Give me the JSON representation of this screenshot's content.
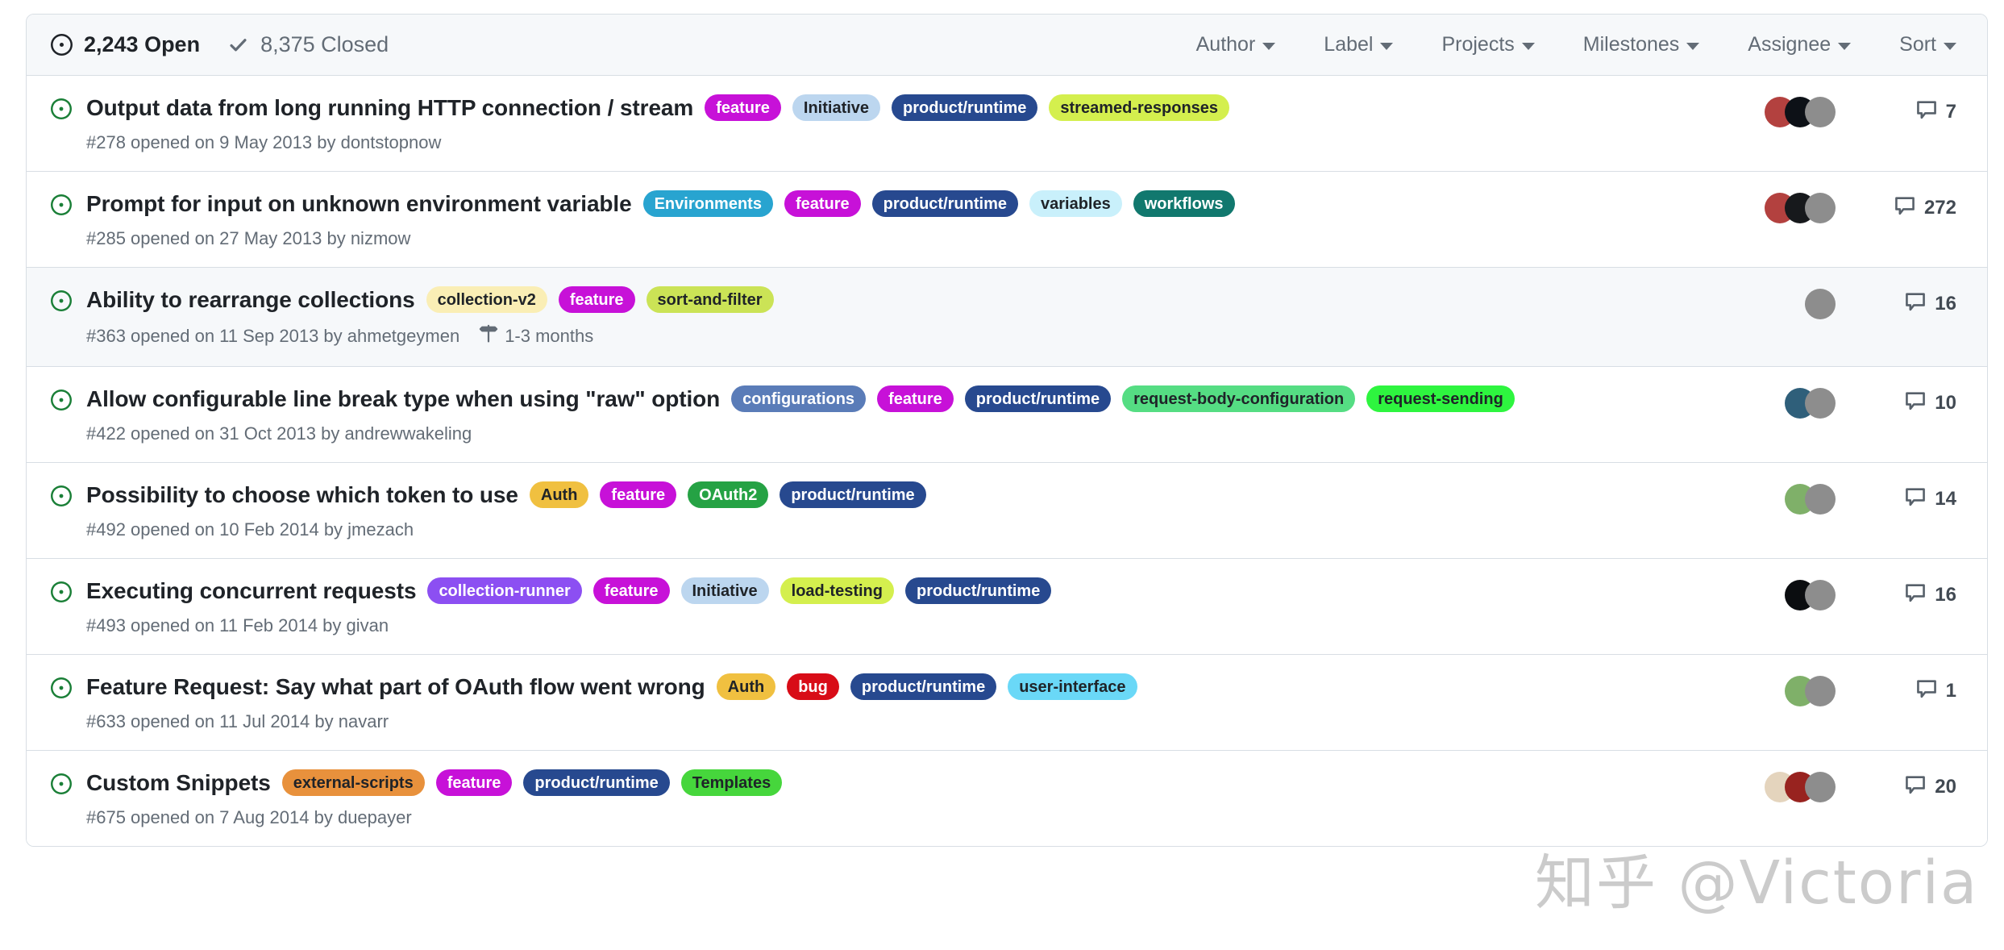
{
  "header": {
    "open": {
      "count": "2,243 Open",
      "icon": "issue-opened-icon"
    },
    "closed": {
      "count": "8,375 Closed",
      "icon": "check-icon"
    },
    "dropdowns": [
      {
        "label": "Author"
      },
      {
        "label": "Label"
      },
      {
        "label": "Projects"
      },
      {
        "label": "Milestones"
      },
      {
        "label": "Assignee"
      },
      {
        "label": "Sort"
      }
    ]
  },
  "watermark": "知乎 @Victoria",
  "colors": {
    "feature_bg": "#c711d8",
    "feature_fg": "#ffffff",
    "initiative_bg": "#bcd6ef",
    "initiative_fg": "#1f2328",
    "product_runtime_bg": "#27498f",
    "product_runtime_fg": "#ffffff",
    "streamed_responses_bg": "#d4ef4e",
    "streamed_responses_fg": "#1f2328",
    "environments_bg": "#28a4d0",
    "environments_fg": "#ffffff",
    "variables_bg": "#c9f0fb",
    "variables_fg": "#1f2328",
    "workflows_bg": "#11786e",
    "workflows_fg": "#ffffff",
    "collection_v2_bg": "#faeeb5",
    "collection_v2_fg": "#1f2328",
    "sort_and_filter_bg": "#cbe356",
    "sort_and_filter_fg": "#1f2328",
    "configurations_bg": "#5a7cb8",
    "configurations_fg": "#ffffff",
    "request_body_configuration_bg": "#55dd83",
    "request_body_configuration_fg": "#1f2328",
    "request_sending_bg": "#2ef53f",
    "request_sending_fg": "#1f2328",
    "auth_bg": "#f0c040",
    "auth_fg": "#1f2328",
    "oauth2_bg": "#25a244",
    "oauth2_fg": "#ffffff",
    "collection_runner_bg": "#8c4ff2",
    "collection_runner_fg": "#ffffff",
    "load_testing_bg": "#d4ef4e",
    "load_testing_fg": "#1f2328",
    "bug_bg": "#d80c17",
    "bug_fg": "#ffffff",
    "user_interface_bg": "#6ad8f7",
    "user_interface_fg": "#1f2328",
    "external_scripts_bg": "#e8913c",
    "external_scripts_fg": "#1f2328",
    "templates_bg": "#46d63c",
    "templates_fg": "#1f2328"
  },
  "issues": [
    {
      "title": "Output data from long running HTTP connection / stream",
      "labels": [
        {
          "text": "feature",
          "bg": "#c711d8",
          "fg": "#ffffff"
        },
        {
          "text": "Initiative",
          "bg": "#bcd6ef",
          "fg": "#1f2328"
        },
        {
          "text": "product/runtime",
          "bg": "#27498f",
          "fg": "#ffffff"
        },
        {
          "text": "streamed-responses",
          "bg": "#d4ef4e",
          "fg": "#1f2328"
        }
      ],
      "meta": "#278 opened on 9 May 2013 by dontstopnow",
      "milestone": "",
      "comments": "7",
      "avatars": [
        "#b3413f",
        "#0d1117",
        "#8d8d8d"
      ],
      "hovered": false
    },
    {
      "title": "Prompt for input on unknown environment variable",
      "labels": [
        {
          "text": "Environments",
          "bg": "#28a4d0",
          "fg": "#ffffff"
        },
        {
          "text": "feature",
          "bg": "#c711d8",
          "fg": "#ffffff"
        },
        {
          "text": "product/runtime",
          "bg": "#27498f",
          "fg": "#ffffff"
        },
        {
          "text": "variables",
          "bg": "#c9f0fb",
          "fg": "#1f2328"
        },
        {
          "text": "workflows",
          "bg": "#11786e",
          "fg": "#ffffff"
        }
      ],
      "meta": "#285 opened on 27 May 2013 by nizmow",
      "milestone": "",
      "comments": "272",
      "avatars": [
        "#b3413f",
        "#17191c",
        "#8d8d8d"
      ],
      "hovered": false
    },
    {
      "title": "Ability to rearrange collections",
      "labels": [
        {
          "text": "collection-v2",
          "bg": "#faeeb5",
          "fg": "#1f2328"
        },
        {
          "text": "feature",
          "bg": "#c711d8",
          "fg": "#ffffff"
        },
        {
          "text": "sort-and-filter",
          "bg": "#cbe356",
          "fg": "#1f2328"
        }
      ],
      "meta": "#363 opened on 11 Sep 2013 by ahmetgeymen",
      "milestone": "1-3 months",
      "comments": "16",
      "avatars": [
        "#8d8d8d"
      ],
      "hovered": true
    },
    {
      "title": "Allow configurable line break type when using \"raw\" option",
      "labels": [
        {
          "text": "configurations",
          "bg": "#5a7cb8",
          "fg": "#ffffff"
        },
        {
          "text": "feature",
          "bg": "#c711d8",
          "fg": "#ffffff"
        },
        {
          "text": "product/runtime",
          "bg": "#27498f",
          "fg": "#ffffff"
        },
        {
          "text": "request-body-configuration",
          "bg": "#55dd83",
          "fg": "#1f2328"
        },
        {
          "text": "request-sending",
          "bg": "#2ef53f",
          "fg": "#1f2328"
        }
      ],
      "meta": "#422 opened on 31 Oct 2013 by andrewwakeling",
      "milestone": "",
      "comments": "10",
      "avatars": [
        "#2f5f7a",
        "#8d8d8d"
      ],
      "hovered": false
    },
    {
      "title": "Possibility to choose which token to use",
      "labels": [
        {
          "text": "Auth",
          "bg": "#f0c040",
          "fg": "#1f2328"
        },
        {
          "text": "feature",
          "bg": "#c711d8",
          "fg": "#ffffff"
        },
        {
          "text": "OAuth2",
          "bg": "#25a244",
          "fg": "#ffffff"
        },
        {
          "text": "product/runtime",
          "bg": "#27498f",
          "fg": "#ffffff"
        }
      ],
      "meta": "#492 opened on 10 Feb 2014 by jmezach",
      "milestone": "",
      "comments": "14",
      "avatars": [
        "#7fb069",
        "#8d8d8d"
      ],
      "hovered": false
    },
    {
      "title": "Executing concurrent requests",
      "labels": [
        {
          "text": "collection-runner",
          "bg": "#8c4ff2",
          "fg": "#ffffff"
        },
        {
          "text": "feature",
          "bg": "#c711d8",
          "fg": "#ffffff"
        },
        {
          "text": "Initiative",
          "bg": "#bcd6ef",
          "fg": "#1f2328"
        },
        {
          "text": "load-testing",
          "bg": "#d4ef4e",
          "fg": "#1f2328"
        },
        {
          "text": "product/runtime",
          "bg": "#27498f",
          "fg": "#ffffff"
        }
      ],
      "meta": "#493 opened on 11 Feb 2014 by givan",
      "milestone": "",
      "comments": "16",
      "avatars": [
        "#0b0d10",
        "#8d8d8d"
      ],
      "hovered": false
    },
    {
      "title": "Feature Request: Say what part of OAuth flow went wrong",
      "labels": [
        {
          "text": "Auth",
          "bg": "#f0c040",
          "fg": "#1f2328"
        },
        {
          "text": "bug",
          "bg": "#d80c17",
          "fg": "#ffffff"
        },
        {
          "text": "product/runtime",
          "bg": "#27498f",
          "fg": "#ffffff"
        },
        {
          "text": "user-interface",
          "bg": "#6ad8f7",
          "fg": "#1f2328"
        }
      ],
      "meta": "#633 opened on 11 Jul 2014 by navarr",
      "milestone": "",
      "comments": "1",
      "avatars": [
        "#7fb069",
        "#8d8d8d"
      ],
      "hovered": false
    },
    {
      "title": "Custom Snippets",
      "labels": [
        {
          "text": "external-scripts",
          "bg": "#e8913c",
          "fg": "#1f2328"
        },
        {
          "text": "feature",
          "bg": "#c711d8",
          "fg": "#ffffff"
        },
        {
          "text": "product/runtime",
          "bg": "#27498f",
          "fg": "#ffffff"
        },
        {
          "text": "Templates",
          "bg": "#46d63c",
          "fg": "#1f2328"
        }
      ],
      "meta": "#675 opened on 7 Aug 2014 by duepayer",
      "milestone": "",
      "comments": "20",
      "avatars": [
        "#e4d4bd",
        "#98231f",
        "#8d8d8d"
      ],
      "hovered": false
    }
  ]
}
